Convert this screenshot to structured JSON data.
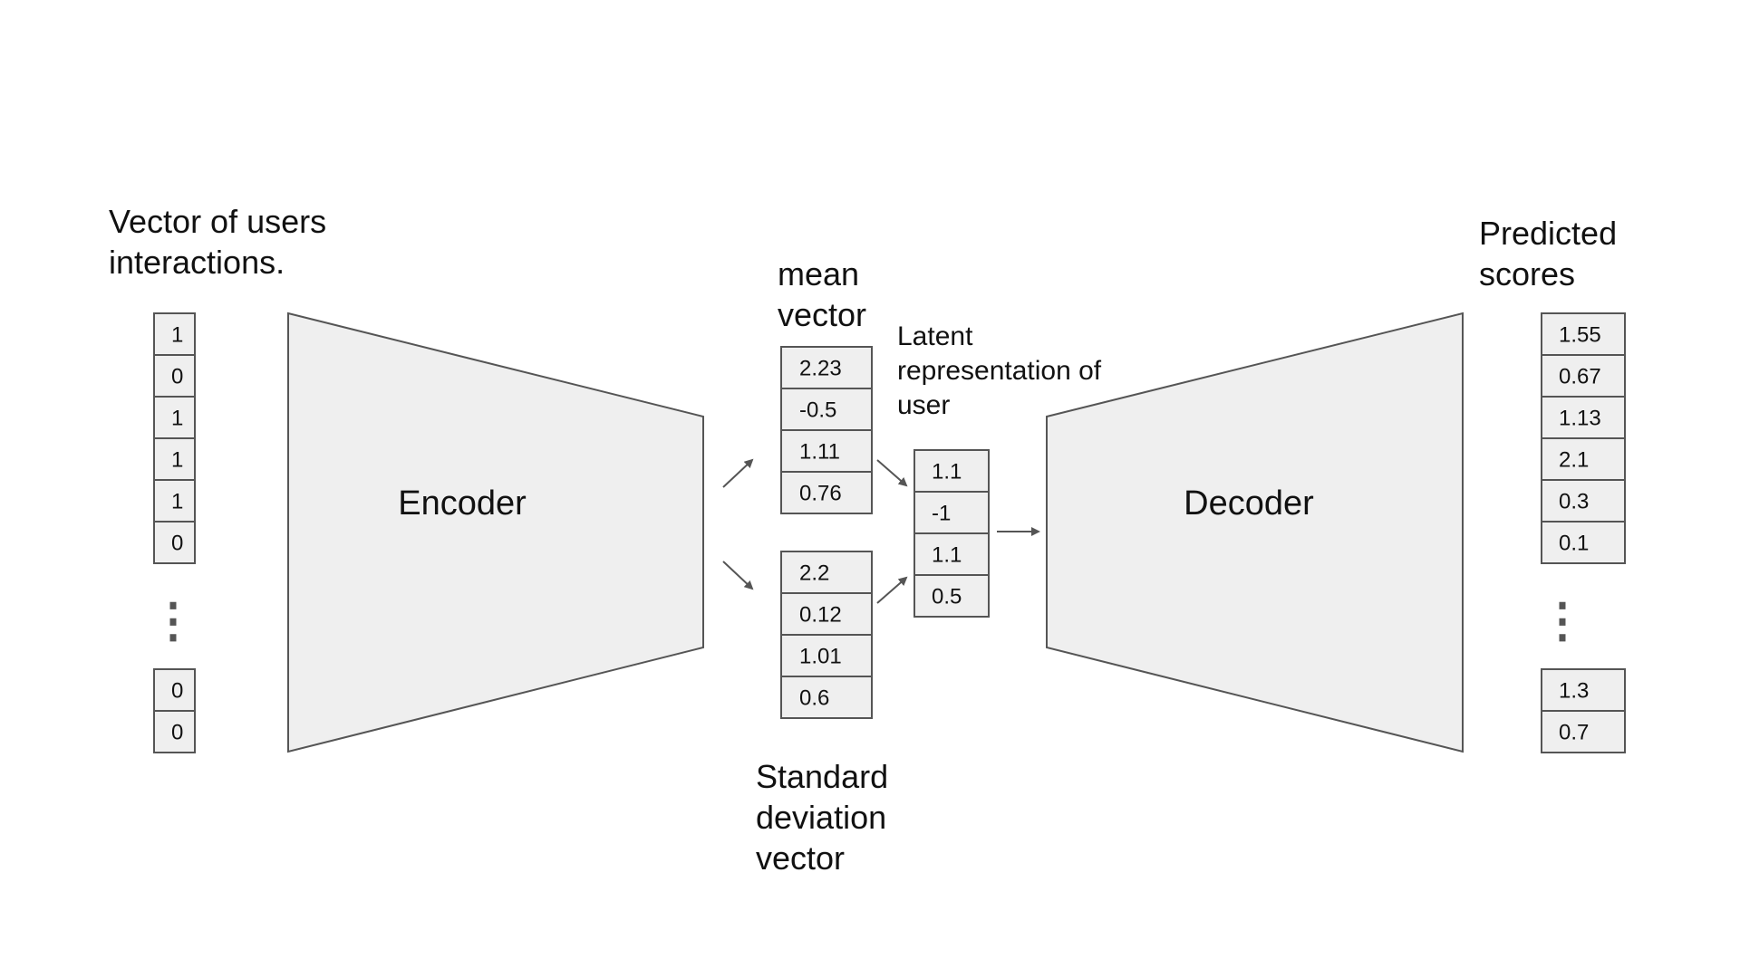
{
  "input_vector": {
    "title_lines": [
      "Vector of users",
      "interactions."
    ],
    "top_values": [
      "1",
      "0",
      "1",
      "1",
      "1",
      "0"
    ],
    "ellipsis": "⋮",
    "bottom_values": [
      "0",
      "0"
    ]
  },
  "encoder": {
    "label": "Encoder"
  },
  "mean_vector": {
    "title_lines": [
      "mean",
      "vector"
    ],
    "values": [
      "2.23",
      "-0.5",
      "1.11",
      "0.76"
    ]
  },
  "std_vector": {
    "title_lines": [
      "Standard",
      "deviation",
      "vector"
    ],
    "values": [
      "2.2",
      "0.12",
      "1.01",
      "0.6"
    ]
  },
  "latent_vector": {
    "title_lines": [
      "Latent",
      "representation of",
      "user"
    ],
    "values": [
      "1.1",
      "-1",
      "1.1",
      "0.5"
    ]
  },
  "decoder": {
    "label": "Decoder"
  },
  "output_vector": {
    "title_lines": [
      "Predicted",
      "scores"
    ],
    "top_values": [
      "1.55",
      "0.67",
      "1.13",
      "2.1",
      "0.3",
      "0.1"
    ],
    "ellipsis": "⋮",
    "bottom_values": [
      "1.3",
      "0.7"
    ]
  },
  "colors": {
    "block_fill": "#efefef",
    "cell_fill": "#efefef",
    "stroke": "#555555",
    "arrow": "#555555",
    "text": "#111111"
  }
}
